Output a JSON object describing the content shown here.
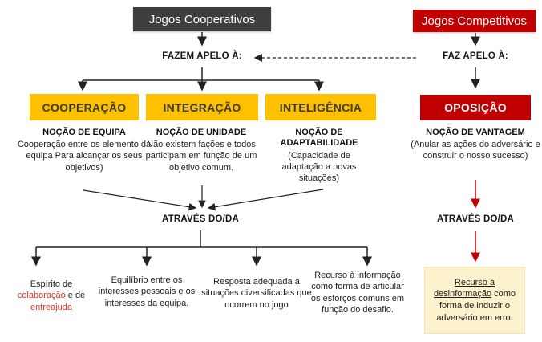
{
  "diagram": {
    "cooperative": {
      "title": "Jogos Cooperativos",
      "appeal_label": "FAZEM APELO À:",
      "branches": [
        {
          "name": "COOPERAÇÃO",
          "notion": "NOÇÃO DE EQUIPA",
          "description": "Cooperação entre os elemento da equipa Para alcançar os seus objetivos)"
        },
        {
          "name": "INTEGRAÇÃO",
          "notion": "NOÇÃO DE UNIDADE",
          "description": "Não existem fações e todos participam em função de um objetivo comum."
        },
        {
          "name": "INTELIGÊNCIA",
          "notion": "NOÇÃO DE ADAPTABILIDADE",
          "description": "(Capacidade de adaptação a novas situações)"
        }
      ],
      "through_label": "ATRAVÉS DO/DA",
      "outcomes": {
        "spirit": {
          "part1": "Espírito de",
          "red1": "colaboração",
          "part2": "e de",
          "red2": "entreajuda"
        },
        "balance": "Equilíbrio entre os interesses pessoais e os interesses da equipa.",
        "response": "Resposta adequada a situações diversificadas que ocorrem no jogo",
        "information": {
          "underlined": "Recurso à informação",
          "rest": "como forma de articular os esforços comuns em função do desafio."
        }
      }
    },
    "competitive": {
      "title": "Jogos Competitivos",
      "appeal_label": "FAZ APELO À:",
      "branch": {
        "name": "OPOSIÇÃO",
        "notion": "NOÇÃO DE VANTAGEM",
        "description": "(Anular as ações do adversário e construir o nosso sucesso)"
      },
      "through_label": "ATRAVÉS DO/DA",
      "outcome": {
        "underlined": "Recurso à desinformação",
        "rest": "como forma de induzir o adversário em erro."
      }
    },
    "colors": {
      "cooperative_header_bg": "#3F3F3F",
      "competitive_header_bg": "#C00000",
      "branch_box_bg": "#FFC000",
      "opposition_box_bg": "#C00000",
      "red_arrow": "#C00000",
      "highlight_red_text": "#E2352B",
      "outcome_box_bg": "#FBF1CD"
    }
  }
}
